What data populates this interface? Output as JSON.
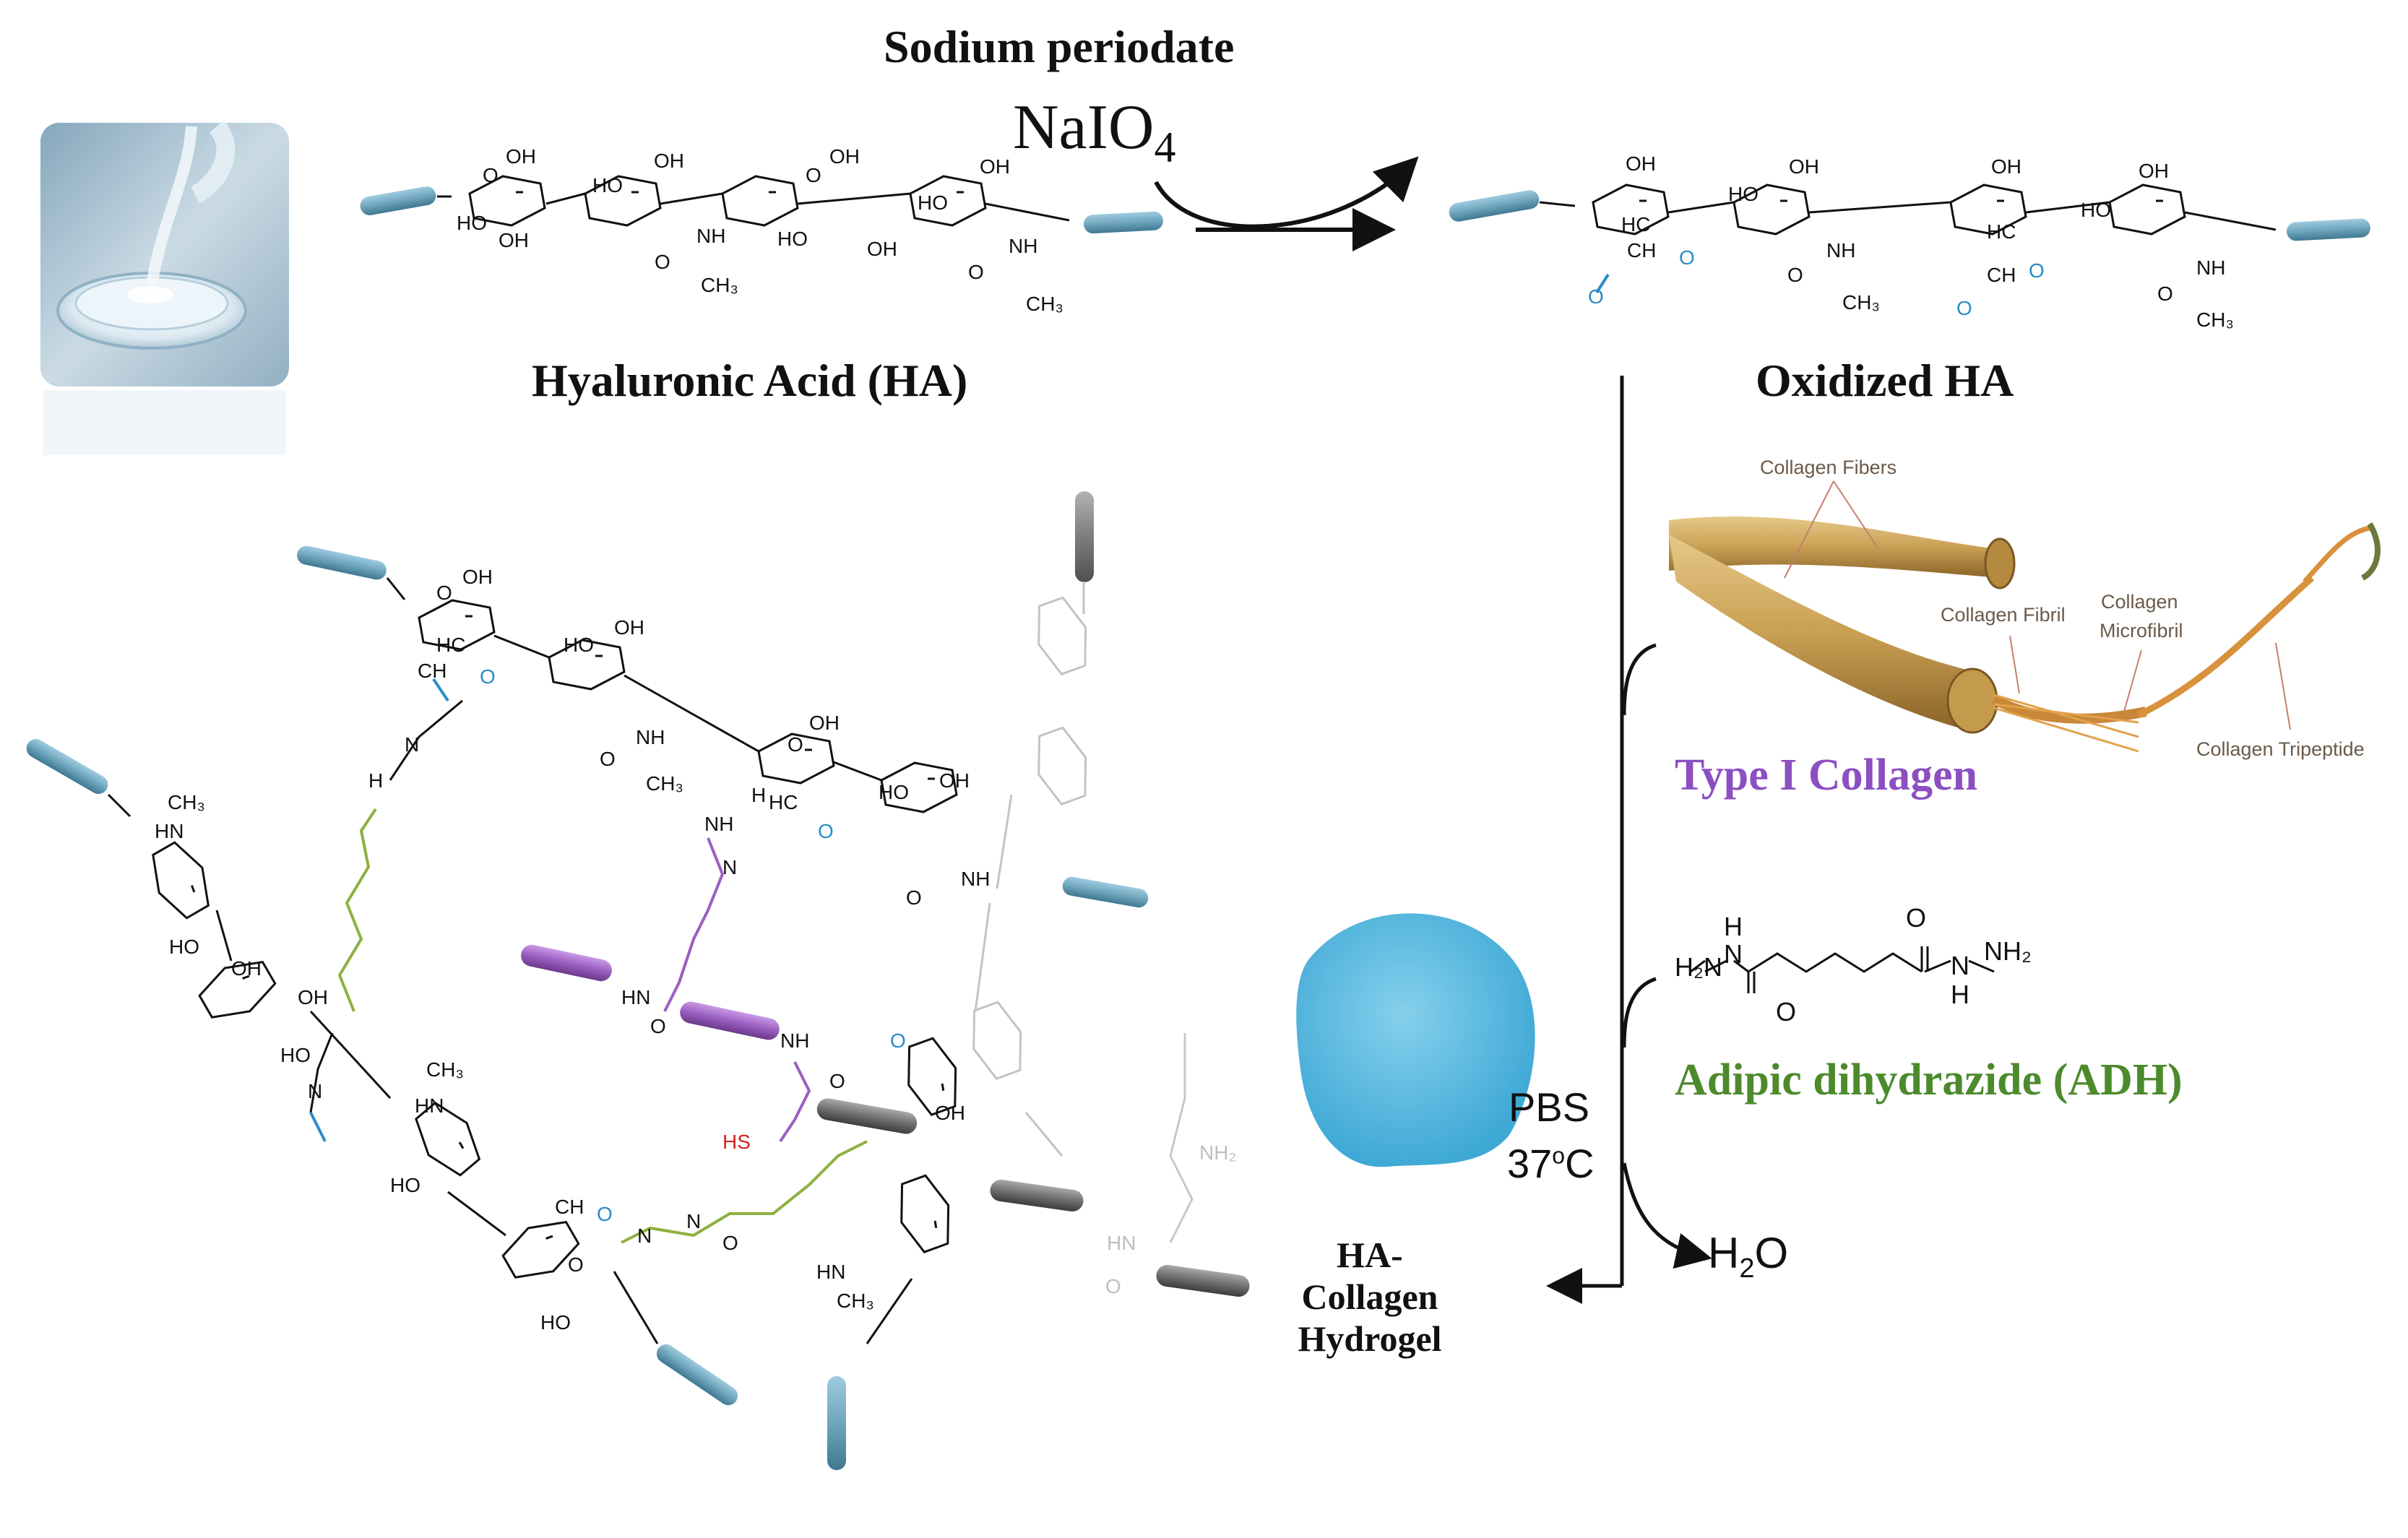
{
  "reagent": {
    "name": "Sodium periodate",
    "formula": "NaIO",
    "formula_sub": "4"
  },
  "labels": {
    "ha": "Hyaluronic Acid (HA)",
    "oxidized_ha": "Oxidized HA",
    "collagen": "Type I Collagen",
    "adh": "Adipic dihydrazide (ADH)",
    "product_line1": "HA-",
    "product_line2": "Collagen",
    "product_line3": "Hydrogel",
    "condition1": "PBS",
    "condition2": "37",
    "condition2_sup": "o",
    "condition2_unit": "C",
    "byproduct": "H",
    "byproduct_sub": "2",
    "byproduct_end": "O"
  },
  "collagen_parts": {
    "fibers": "Collagen Fibers",
    "fibril": "Collagen Fibril",
    "microfibril_1": "Collagen",
    "microfibril_2": "Microfibril",
    "tripeptide": "Collagen Tripeptide"
  },
  "adh_structure": {
    "left": "H₂N",
    "right": "NH₂",
    "h": "H",
    "n": "N",
    "o": "O"
  },
  "colors": {
    "chain_end": "#6fa6bd",
    "aldehyde": "#2a8cc8",
    "adh_green": "#8db040",
    "collagen_purple": "#9b5fc0",
    "collagen_text": "#8c4fc2",
    "adh_text": "#4c8a2c",
    "thiol_red": "#d62020",
    "hydrogel": "#5cbde0",
    "faded": "#b8b8b8"
  }
}
